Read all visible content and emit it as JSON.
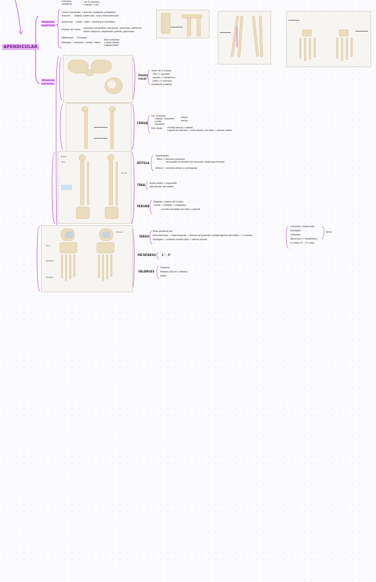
{
  "main_title": "APENDICULAR",
  "top_note": {
    "l1": "Columna",
    "l2": "vertebral",
    "r1": "• no 24 (tronco)",
    "r2": "• cuerpo, 5 sac"
  },
  "upper": {
    "heading": "Miembros superiores",
    "items": [
      {
        "label": "Cintura escapular",
        "note": "clavícula, escápula (omóplato)"
      },
      {
        "label": "Húmero",
        "note": "cabeza, tubérculos, surco intertubercular"
      },
      {
        "label": "Antebrazo",
        "note": "cúbito · radio · membrana interósea"
      },
      {
        "label": "Huesos del carpo",
        "note": "proximal: escafoides, semilunar, piramidal, pisiforme"
      },
      {
        "label": "",
        "note": "distal: trapecio, trapezoide, grande, ganchoso"
      },
      {
        "label": "Metacarpo",
        "note": "5 huesos"
      },
      {
        "label": "Falanges",
        "note": "proximal · media · distal"
      }
    ],
    "falanges_detail": [
      "base proximal",
      "cuerpo medio",
      "cabeza distal"
    ]
  },
  "lower": {
    "heading": "Miembros inferiores",
    "hueso_coxal": {
      "title": "Hueso coxal",
      "items": [
        "unión de 3 huesos",
        "ilion (+ grande)",
        "isquion (+ posterior)",
        "pubis (+ anterior)",
        "acetábulo (cadera)"
      ]
    },
    "femur": {
      "title": "FÉMUR",
      "items": [
        "Ext. proximal",
        "cabeza",
        "cuello",
        "trocánter mayor",
        "trocánter menor",
        "Ext. distal",
        "cóndilos lateral y medial",
        "articulación con tibia → rodilla"
      ],
      "t1": "trocánter",
      "t1a": "mayor",
      "t1b": "menor",
      "d1": "cóndilo lateral y medial",
      "d2": "superficie articular → articulación con tibia → forman rodilla"
    },
    "rotula": {
      "title": "RÓTULA",
      "items": [
        "Sesamoideo",
        "Base → extremo proximal",
        "incrustado en tendón del músculo cuádriceps femoral",
        "Vértice → extremo distal y puntiagudo"
      ]
    },
    "tibia": {
      "title": "TIBIA",
      "items": [
        "Hueso distal → esqueleto",
        "articulación del tobillo"
      ]
    },
    "perone": {
      "title": "PERONÉ",
      "items": [
        "Delgado / lateral de la tibia",
        "Cuello → maléolo → esqueleto",
        "se articula distal con tibia y peroné"
      ]
    },
    "tarso": {
      "title": "TARSO",
      "items": [
        "Parte proximal pie",
        "Articulaciones → intertarsianas → forman articulación subastragalina del tobillo → 2 huesos",
        "Astrágalo → maléolo medial tibia + lateral peroné"
      ],
      "right_list": [
        "Calcáneo: hueso talón",
        "Astrágalo",
        "Cuboides",
        "Navicular (+ escafoides)",
        "3 cuñas (1ª - 3ª cuña)"
      ],
      "right_label": "tarso"
    },
    "metatarso": {
      "title": "METATARSO",
      "items": [
        "1° - 5°"
      ]
    },
    "falanges": {
      "title": "FALANGES",
      "items": [
        "Proximal",
        "Medias (sólo en 4 dedos)",
        "Distal"
      ]
    }
  },
  "figure_labels": {
    "tibia": "Tibia",
    "perone": "Peroné",
    "rotula": "Rótula",
    "tarso": "Tarso",
    "metatarso": "Metatarso",
    "falanges": "Falanges",
    "calcaneo": "Calcáneo"
  },
  "colors": {
    "accent": "#b23fe0",
    "highlight": "#f3c2f7",
    "bone": "#eadcbc"
  }
}
